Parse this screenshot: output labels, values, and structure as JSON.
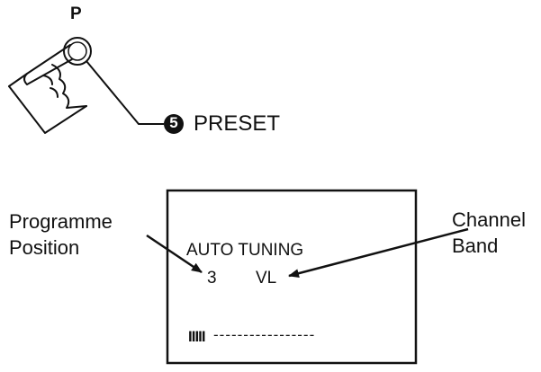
{
  "colors": {
    "ink": "#111111",
    "paper": "#ffffff"
  },
  "icons": {
    "hand": "pointing-hand-icon",
    "step": "step-number-badge-icon"
  },
  "remote": {
    "button_letter": "P",
    "step_number": "5",
    "step_label": "PRESET"
  },
  "screen": {
    "title": "AUTO TUNING",
    "programme_number": "3",
    "band_code": "VL",
    "progress_bars": "IIIII",
    "progress_dashes": "-----------------"
  },
  "labels": {
    "left_line1": "Programme",
    "left_line2": "Position",
    "right_line1": "Channel",
    "right_line2": "Band"
  }
}
